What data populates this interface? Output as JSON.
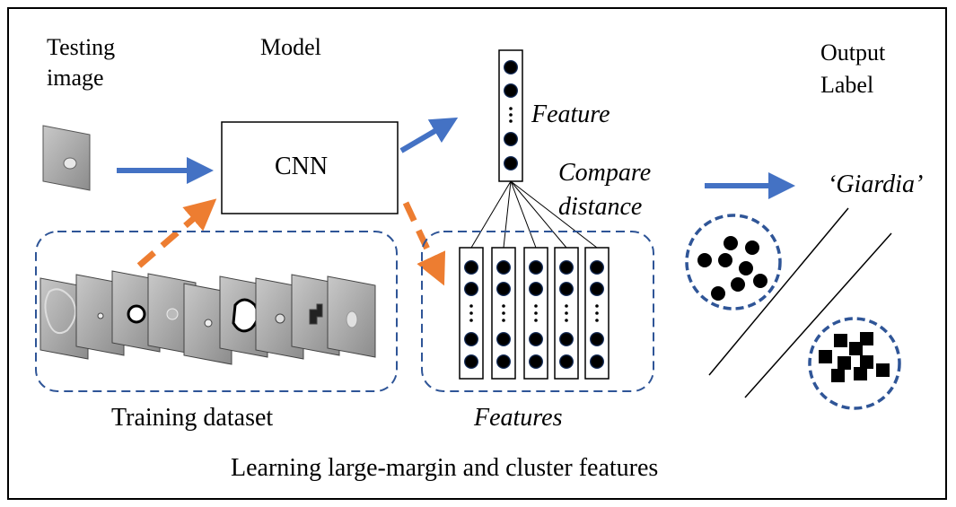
{
  "labels": {
    "testing_image_line1": "Testing",
    "testing_image_line2": "image",
    "model": "Model",
    "output_label_line1": "Output",
    "output_label_line2": "Label",
    "cnn": "CNN",
    "feature": "Feature",
    "compare_line1": "Compare",
    "compare_line2": "distance",
    "output_class": "‘Giardia’",
    "training_dataset": "Training dataset",
    "features": "Features",
    "caption": "Learning large-margin and cluster features"
  },
  "colors": {
    "flow_arrow": "#4472c4",
    "training_arrow": "#ed7d31",
    "dashed_border": "#2f5597",
    "node": "#000000",
    "node_core": "#1f3f7a"
  }
}
